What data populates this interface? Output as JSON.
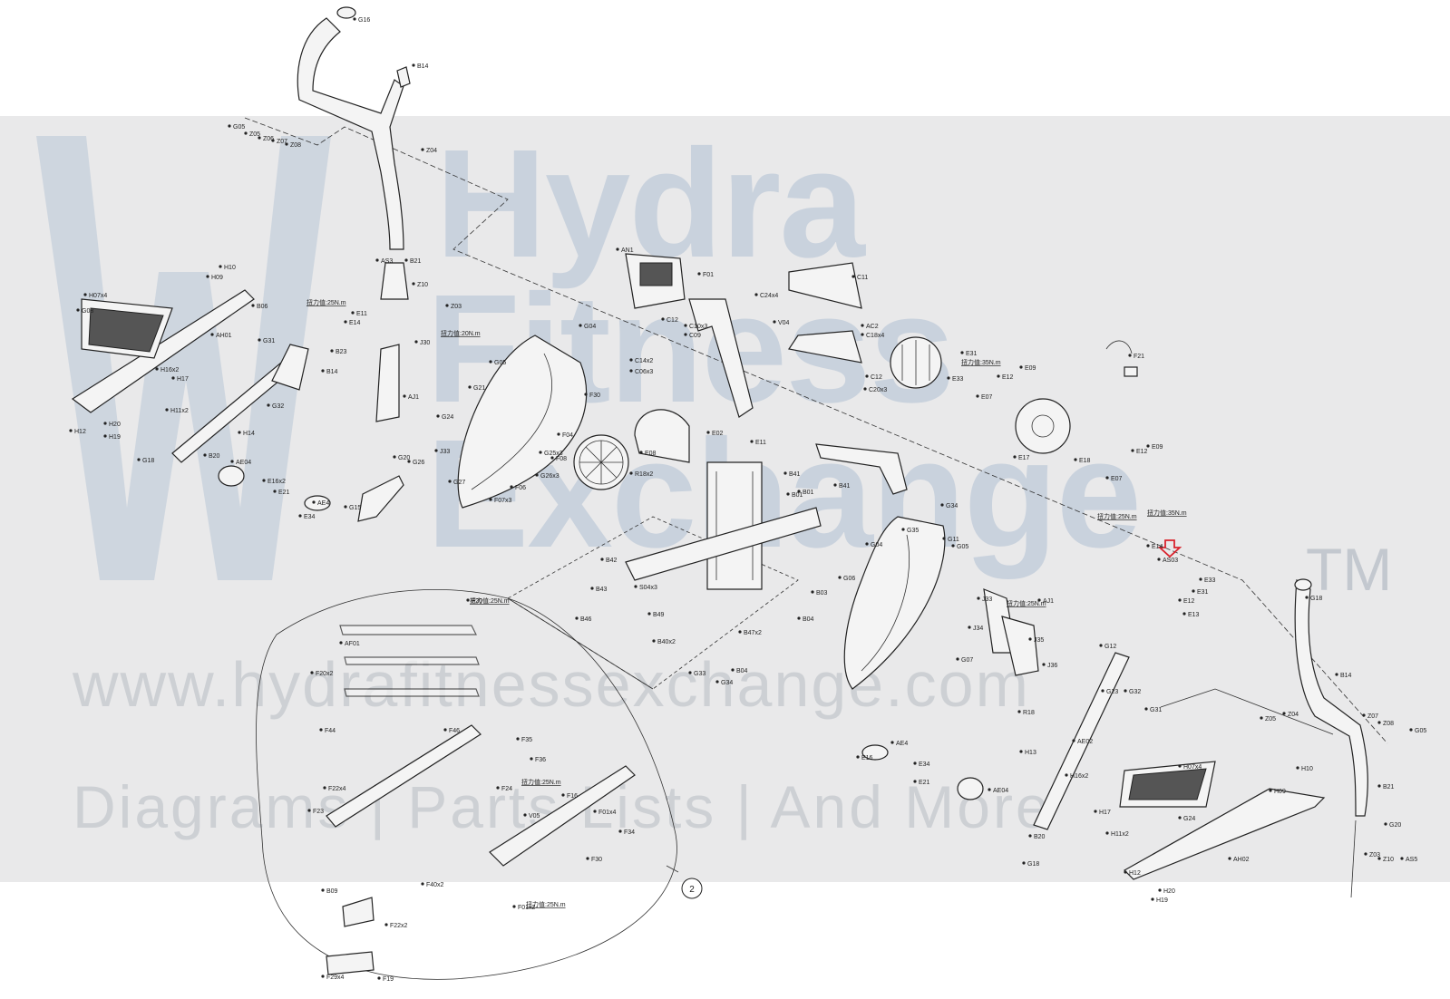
{
  "watermark": {
    "word1": "Hydra",
    "word2": "Fitness",
    "word3": "Exchange",
    "trademark": "TM",
    "url": "www.hydrafitnessexchange.com",
    "tagline": "Diagrams | Parts Lists | And More"
  },
  "callout": {
    "number": "2"
  },
  "colors": {
    "band": "#e9e9ea",
    "watermark_text": "#c9d2dd",
    "arrow": "#d9232d"
  },
  "labels": {
    "G16": "G16",
    "B14": "B14",
    "G05": "G05",
    "Z05": "Z05",
    "Z06": "Z06",
    "Z07": "Z07",
    "Z08": "Z08",
    "Z04": "Z04",
    "AS3": "AS3",
    "B21": "B21",
    "Z10": "Z10",
    "Z03": "Z03",
    "H10": "H10",
    "H09": "H09",
    "H07x4": "H07x4",
    "G08": "G08",
    "AH01": "AH01",
    "B06": "B06",
    "E14": "E14",
    "E11": "E11",
    "J30": "J30",
    "G31": "G31",
    "G32": "G32",
    "B14b": "B14",
    "B23": "B23",
    "H16x2": "H16x2",
    "H17": "H17",
    "H11x2": "H11x2",
    "H12": "H12",
    "H20": "H20",
    "H19": "H19",
    "H14": "H14",
    "G18": "G18",
    "B20": "B20",
    "AE04": "AE04",
    "E16x2": "E16x2",
    "E21": "E21",
    "AE4": "AE4",
    "E34": "E34",
    "G15": "G15",
    "G20": "G20",
    "AJ1": "AJ1",
    "J33": "J33",
    "G24": "G24",
    "G04": "G04",
    "G05b": "G05",
    "G21": "G21",
    "G27": "G27",
    "G26": "G26",
    "F06": "F06",
    "F07x3": "F07x3",
    "F30": "F30",
    "F04": "F04",
    "F08": "F08",
    "G25x3": "G25x3",
    "G26x3": "G26x3",
    "E08": "E08",
    "R18x2": "R18x2",
    "AN1": "AN1",
    "F01": "F01",
    "C12": "C12",
    "C10x3": "C10x3",
    "C14x2": "C14x2",
    "C06x3": "C06x3",
    "C09": "C09",
    "E11b": "E11",
    "E02": "E02",
    "C11": "C11",
    "C24x4": "C24x4",
    "V04": "V04",
    "AC2": "AC2",
    "C18x4": "C18x4",
    "C12b": "C12",
    "C20x3": "C20x3",
    "E31": "E31",
    "E33": "E33",
    "E12": "E12",
    "E09": "E09",
    "E07": "E07",
    "E17": "E17",
    "E18": "E18",
    "E07b": "E07",
    "E12b": "E12",
    "E09b": "E09",
    "F21": "F21",
    "B41": "B41",
    "B01": "B01",
    "G34": "G34",
    "G35": "G35",
    "G11": "G11",
    "G04b": "G04",
    "G05c": "G05",
    "G06": "G06",
    "G07": "G07",
    "J33b": "J33",
    "AJ1b": "AJ1",
    "J34": "J34",
    "J35": "J35",
    "J36": "J36",
    "R18": "R18",
    "E14b": "E14",
    "AS03": "AS03",
    "E31b": "E31",
    "E33b": "E33",
    "E12c": "E12",
    "E13": "E13",
    "G18b": "G18",
    "B14c": "B14",
    "Z05b": "Z05",
    "Z04b": "Z04",
    "Z07b": "Z07",
    "Z08b": "Z08",
    "G05d": "G05",
    "B21b": "B21",
    "G20b": "G20",
    "Z10b": "Z10",
    "Z03b": "Z03",
    "AS5": "AS5",
    "G12": "G12",
    "G23": "G23",
    "G31b": "G31",
    "G32b": "G32",
    "AE02": "AE02",
    "H13": "H13",
    "H16x2b": "H16x2",
    "H17b": "H17",
    "H07x4b": "H07x4",
    "G24b": "G24",
    "H10b": "H10",
    "H09b": "H09",
    "H11x2b": "H11x2",
    "AH02": "AH02",
    "H12b": "H12",
    "H20b": "H20",
    "H19b": "H19",
    "G18c": "G18",
    "B20b": "B20",
    "AE04b": "AE04",
    "E21b": "E21",
    "E34b": "E34",
    "AE4b": "AE4",
    "E16": "E16",
    "F20": "F20",
    "AF01": "AF01",
    "F20x2": "F20x2",
    "F44": "F44",
    "F46": "F46",
    "F35": "F35",
    "F36": "F36",
    "F24": "F24",
    "F22x4": "F22x4",
    "F23": "F23",
    "F16": "F16",
    "F01x4": "F01x4",
    "V05": "V05",
    "F34": "F34",
    "F30b": "F30",
    "F01x2": "F01x2",
    "B09": "B09",
    "F40x2": "F40x2",
    "F22x2": "F22x2",
    "F29x4": "F29x4",
    "F19": "F19",
    "B42": "B42",
    "B43": "B43",
    "B46": "B46",
    "B49": "B49",
    "B40x2": "B40x2",
    "B47x2": "B47x2",
    "S04x3": "S04x3",
    "G33": "G33",
    "G34b": "G34",
    "B03": "B03",
    "B04": "B04",
    "B41b": "B41",
    "B01b": "B01",
    "B04b": "B04"
  },
  "notes": {
    "n1": "扭力值:25N.m",
    "n2": "扭力值:20N.m",
    "n3": "扭力值:35N.m",
    "n4": "扭力值:25N.m",
    "n5": "扭力值:35N.m",
    "n6": "扭力值:25N.m",
    "n7": "扭力值:25N.m",
    "n8": "扭力值:25N.m",
    "n9": "扭力值:25N.m"
  }
}
